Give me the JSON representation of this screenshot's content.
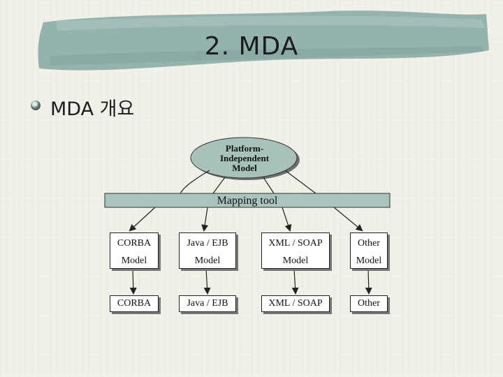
{
  "title": "2. MDA",
  "subtitle": "MDA 개요",
  "diagram": {
    "pim": [
      "Platform-",
      "Independent",
      "Model"
    ],
    "mapping_tool": "Mapping tool",
    "models": [
      {
        "line1": "CORBA",
        "line2": "Model",
        "platform": "CORBA"
      },
      {
        "line1": "Java / EJB",
        "line2": "Model",
        "platform": "Java / EJB"
      },
      {
        "line1": "XML / SOAP",
        "line2": "Model",
        "platform": "XML / SOAP"
      },
      {
        "line1": "Other",
        "line2": "Model",
        "platform": "Other"
      }
    ]
  },
  "colors": {
    "banner": "#94b3ad",
    "ellipse": "#a7c2bb",
    "mapping_bar": "#a8c4be"
  }
}
